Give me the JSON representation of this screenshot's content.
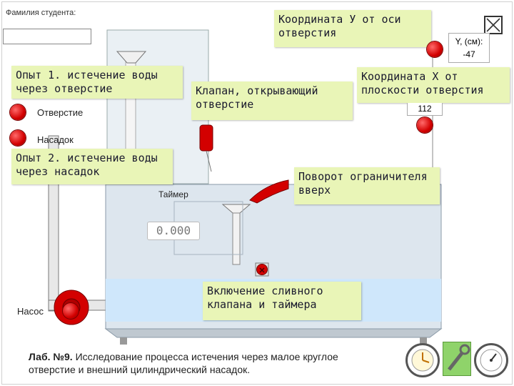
{
  "student": {
    "label": "Фамилия студента:",
    "value": ""
  },
  "callouts": {
    "coord_y": "Координата У от оси отверстия",
    "coord_x": "Координата Х от плоскости отверстия",
    "exp1": "Опыт 1. истечение воды через отверстие",
    "exp2": "Опыт 2. истечение воды через насадок",
    "valve": "Клапан, открывающий отверстие",
    "limiter": "Поворот ограничителя вверх",
    "drain": "Включение сливного клапана и таймера"
  },
  "controls": {
    "orifice_label": "Отверстие",
    "nozzle_label": "Насадок",
    "pump_label": "Насос",
    "timer_label": "Таймер",
    "timer_value": "0.000",
    "y_label": "Y, (см):",
    "y_value": "-47",
    "x_value": "112"
  },
  "footer": {
    "lab_number": "Лаб. №9.",
    "description_line1": "Исследование процесса истечения через малое круглое",
    "description_line2": "отверстие и внешний цилиндрический насадок."
  },
  "colors": {
    "callout_bg": "#e9f5b7",
    "water": "#cfe7fb",
    "button_red": "#d30000",
    "tank": "#dde6ee"
  },
  "icons": [
    "close-icon",
    "clock-icon",
    "wrench-icon",
    "gauge-icon"
  ]
}
